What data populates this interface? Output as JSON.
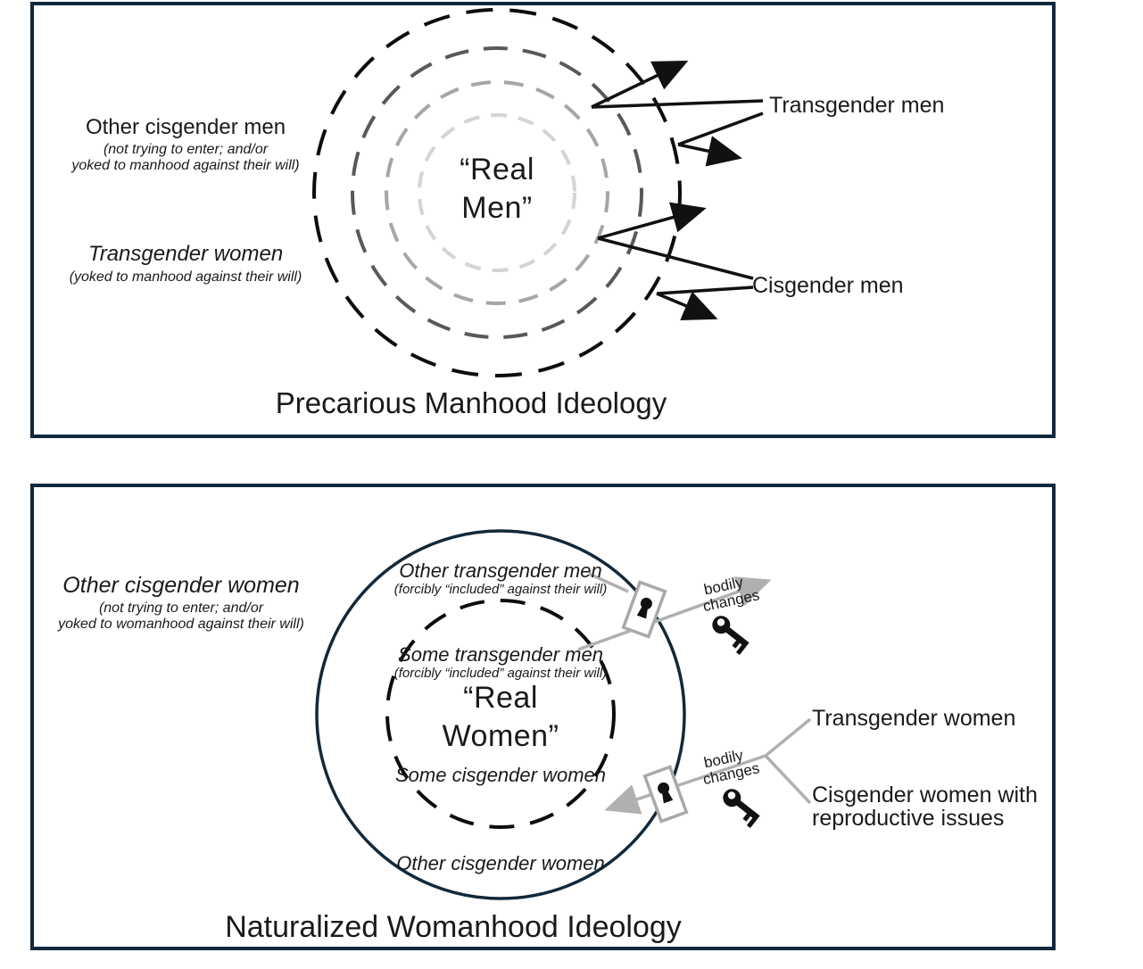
{
  "top_panel": {
    "title": "Precarious Manhood Ideology",
    "center": [
      "“Real",
      "Men”"
    ],
    "outside_left": [
      {
        "heading": "Other cisgender men",
        "sub": [
          "(not trying to enter; and/or",
          "yoked to manhood against their will)"
        ]
      },
      {
        "heading": "Transgender women",
        "sub": [
          "(yoked to manhood against their will)"
        ]
      }
    ],
    "arrow_labels": [
      "Transgender men",
      "Cisgender men"
    ]
  },
  "bottom_panel": {
    "title": "Naturalized Womanhood Ideology",
    "center": [
      "“Real",
      "Women”"
    ],
    "ring_labels": {
      "outer_top_heading": "Other transgender men",
      "outer_top_sub": "(forcibly “included” against their will)",
      "inner_top_heading": "Some transgender men",
      "inner_top_sub": "(forcibly “included” against their will)",
      "inner_bottom": "Some cisgender women",
      "outer_bottom": "Other cisgender women"
    },
    "outside_left": {
      "heading": "Other cisgender women",
      "sub": [
        "(not trying to enter; and/or",
        "yoked to womanhood against their will)"
      ]
    },
    "right_labels": {
      "transgender": "Transgender women",
      "cisgender": [
        "Cisgender women with",
        "reproductive issues"
      ]
    },
    "gates": [
      {
        "line1": "bodily",
        "line2": "changes"
      },
      {
        "line1": "bodily",
        "line2": "changes"
      }
    ],
    "icons": {
      "lock": "keyhole-lock",
      "key": "key"
    }
  },
  "colors": {
    "panel_border": "#10283a",
    "ring1": "#0d0d0d",
    "ring2": "#595959",
    "ring3": "#a6a6a6",
    "ring4": "#d4d4d4",
    "arrow": "#111111",
    "connector": "#b0b0b0",
    "womanhood_circle": "#12293a"
  }
}
